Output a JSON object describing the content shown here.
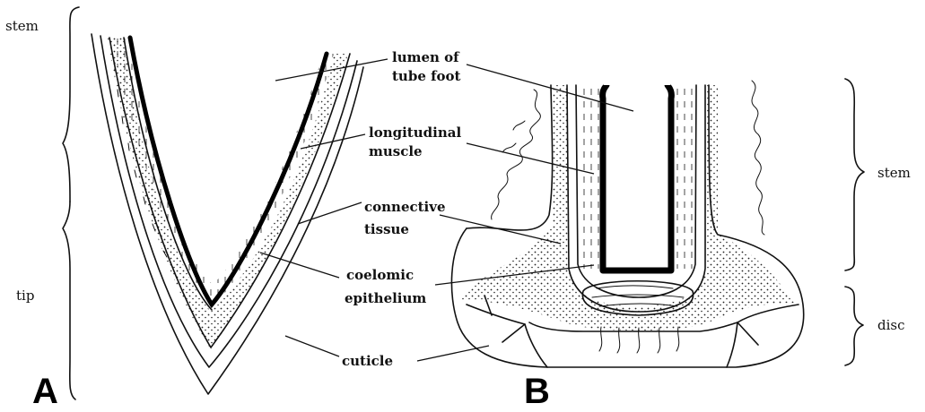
{
  "labels": {
    "lumen": [
      "lumen of",
      "tube foot"
    ],
    "muscle": [
      "longitudinal",
      "muscle"
    ],
    "connective": [
      "connective",
      "tissue"
    ],
    "coelomic": [
      "coelomic",
      "epithelium"
    ],
    "cuticle": "cuticle"
  },
  "panel_a": {
    "letter": "A",
    "stem_label": "stem",
    "tip_label": "tip"
  },
  "panel_b": {
    "letter": "B",
    "stem_label": "stem",
    "disc_label": "disc"
  }
}
